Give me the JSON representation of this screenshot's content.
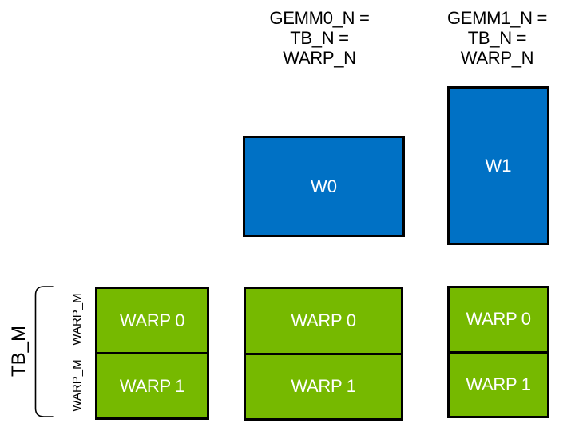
{
  "diagram": {
    "title_implicit": "GEMM warp tiling diagram",
    "colors": {
      "warp_green": "#76B900",
      "gemm_blue": "#0071C5",
      "border": "#000000",
      "box_text": "#FFFFFF",
      "label_text": "#000000"
    },
    "headers": [
      {
        "text": "GEMM0_N =\nTB_N =\nWARP_N"
      },
      {
        "text": "GEMM1_N =\nTB_N =\nWARP_N"
      }
    ],
    "blue_boxes": [
      {
        "label": "W0"
      },
      {
        "label": "W1"
      }
    ],
    "green_columns": [
      {
        "rows": [
          "WARP 0",
          "WARP 1"
        ]
      },
      {
        "rows": [
          "WARP 0",
          "WARP 1"
        ]
      },
      {
        "rows": [
          "WARP 0",
          "WARP 1"
        ]
      }
    ],
    "axis": {
      "tb_m_label": "TB_M",
      "warp_m_labels": [
        "WARP_M",
        "WARP_M"
      ]
    }
  }
}
